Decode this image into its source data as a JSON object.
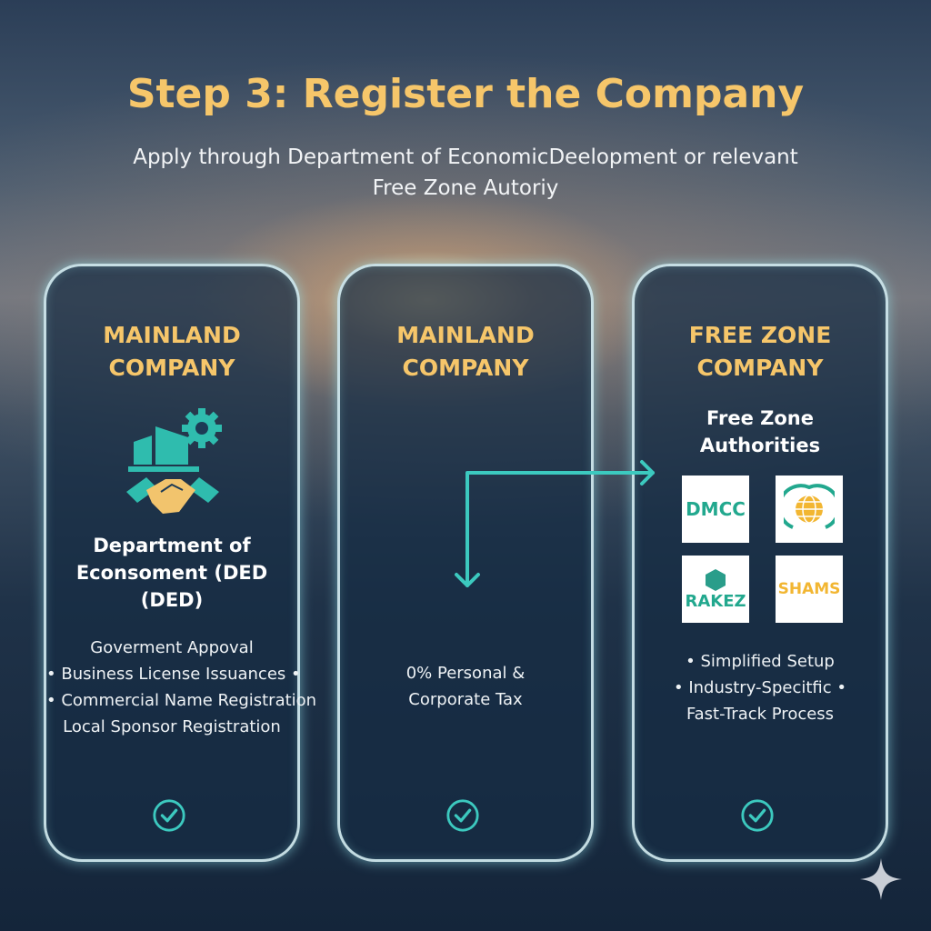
{
  "title": "Step 3: Register the Company",
  "subtitle": [
    "Apply through Department of EconomicDeelopment or relevant",
    "Free Zone Autoriy"
  ],
  "cards": [
    {
      "heading": [
        "MAINLAND",
        "COMPANY"
      ],
      "icon": "handshake-building-gear-icon",
      "subheading": [
        "Department of",
        "Econsoment (DED",
        "(DED)"
      ],
      "lines": [
        "Goverment Appoval",
        "• Business License Issuances •",
        "• Commercial Name Registration",
        "Local Sponsor Registration"
      ]
    },
    {
      "heading": [
        "MAINLAND",
        "COMPANY"
      ],
      "lines": [
        "0% Personal &",
        "Corporate Tax"
      ]
    },
    {
      "heading": [
        "FREE ZONE",
        "COMPANY"
      ],
      "subheading": [
        "Free Zone",
        "Authorities"
      ],
      "logos": [
        "DMCC",
        "RAKEZ",
        "SHAMS"
      ],
      "lines": [
        "• Simplified Setup",
        "• Industry-Specitfic •",
        "Fast-Track Process"
      ]
    }
  ],
  "colors": {
    "accent": "#f6c66a",
    "teal": "#3cc9bf"
  }
}
